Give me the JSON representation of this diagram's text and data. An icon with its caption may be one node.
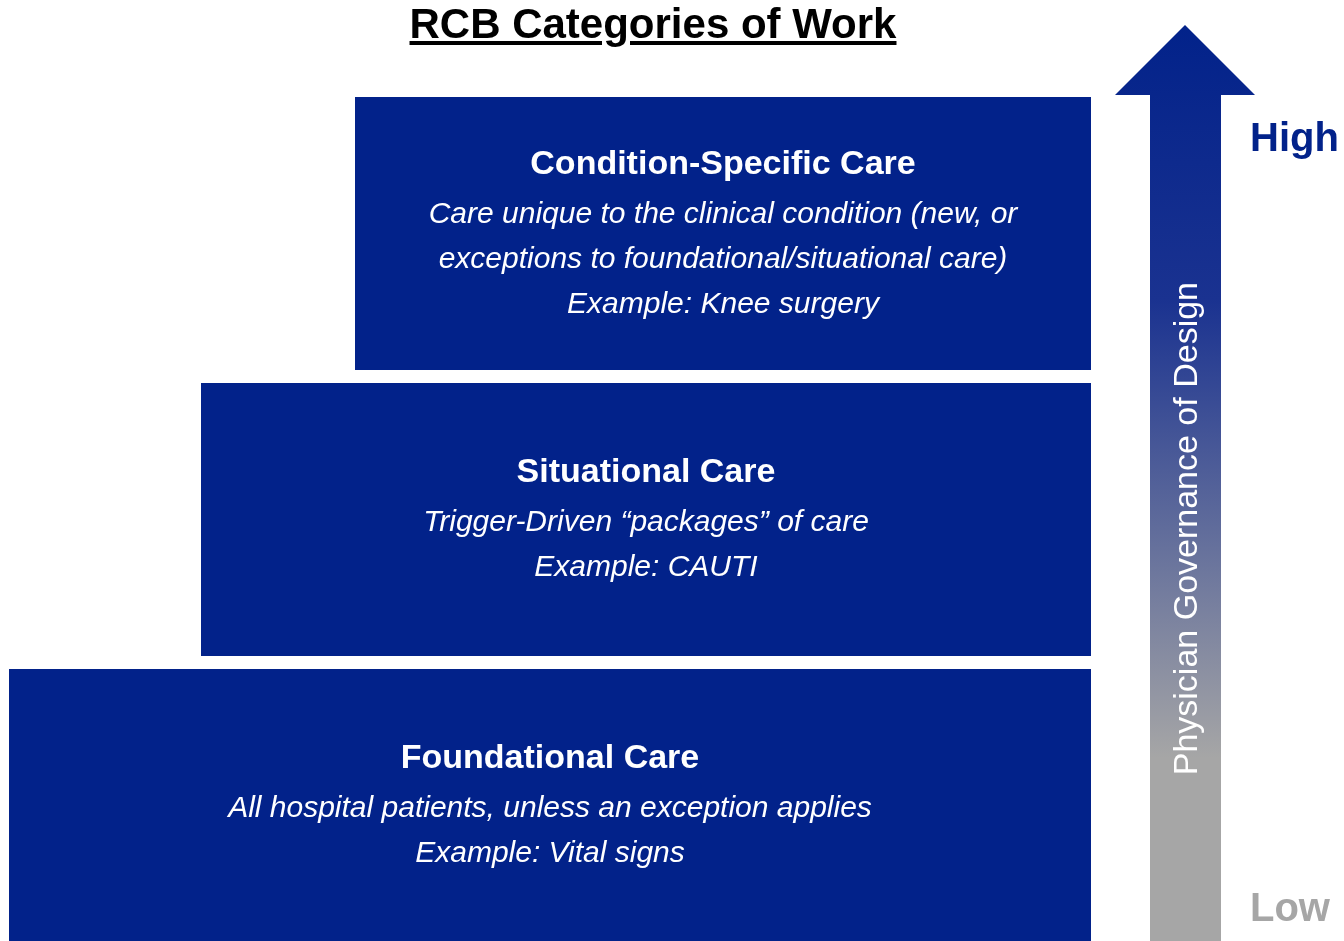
{
  "diagram": {
    "title": "RCB Categories of Work",
    "nodes": [
      {
        "text": [
          "Condition-Specific Care",
          "Care unique to the clinical condition (new, or exceptions to foundational/situational care)",
          "Example: Knee surgery"
        ]
      },
      {
        "text": [
          "Situational Care",
          "Trigger-Driven “packages” of care",
          "Example: CAUTI"
        ]
      },
      {
        "text": [
          "Foundational Care",
          "All hospital patients, unless an exception applies",
          "Example: Vital signs"
        ]
      },
      {
        "text": [
          "Physician Governance of Design"
        ]
      }
    ],
    "labels": [
      "High",
      "Low"
    ]
  }
}
